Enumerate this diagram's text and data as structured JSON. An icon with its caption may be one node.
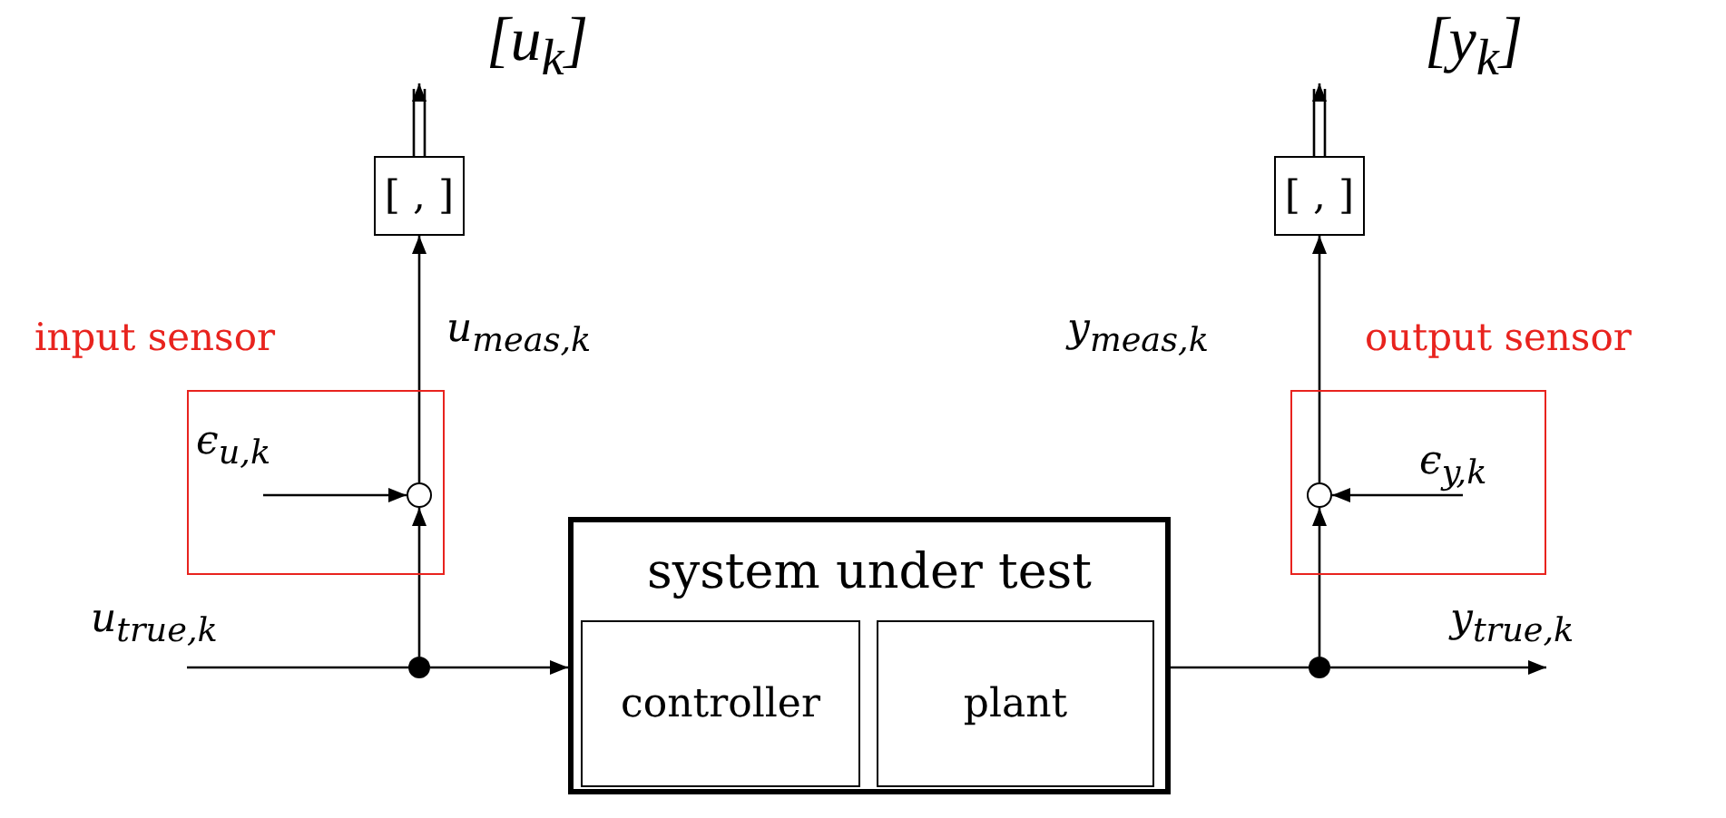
{
  "diagram": {
    "nodes": [
      {
        "text": [
          "input sensor"
        ]
      },
      {
        "text": [],
        "shape": "circle",
        "in": 0
      },
      {
        "text": [],
        "shape": "dot"
      },
      {
        "text": [
          "[ , ]"
        ]
      },
      {
        "text": [
          "system under test"
        ]
      },
      {
        "text": [
          "controller"
        ],
        "in": 4
      },
      {
        "text": [
          "plant"
        ],
        "in": 4
      },
      {
        "text": [
          "output sensor"
        ]
      },
      {
        "text": [],
        "shape": "circle",
        "in": 7
      },
      {
        "text": [],
        "shape": "dot"
      },
      {
        "text": [
          "[ , ]"
        ]
      }
    ],
    "edges": [
      {
        "from": null,
        "to": 2,
        "arrow": "none",
        "label": "u$_{true,k}$"
      },
      {
        "from": 2,
        "to": 4,
        "arrow": "to"
      },
      {
        "from": 2,
        "to": 1,
        "arrow": "to"
      },
      {
        "from": null,
        "to": 1,
        "arrow": "to",
        "label": "ϵ$_{u,k}$"
      },
      {
        "from": 1,
        "to": 3,
        "arrow": "to",
        "label": "u$_{meas,k}$"
      },
      {
        "from": 3,
        "to": null,
        "arrow": "to",
        "label": "[u$_{k}$]"
      },
      {
        "from": 4,
        "to": 9,
        "arrow": "none"
      },
      {
        "from": 9,
        "to": null,
        "arrow": "to",
        "label": "y$_{true,k}$"
      },
      {
        "from": 9,
        "to": 8,
        "arrow": "to"
      },
      {
        "from": null,
        "to": 8,
        "arrow": "to",
        "label": "ϵ$_{y,k}$"
      },
      {
        "from": 8,
        "to": 10,
        "arrow": "to",
        "label": "y$_{meas,k}$"
      },
      {
        "from": 10,
        "to": null,
        "arrow": "to",
        "label": "[y$_{k}$]"
      }
    ]
  }
}
